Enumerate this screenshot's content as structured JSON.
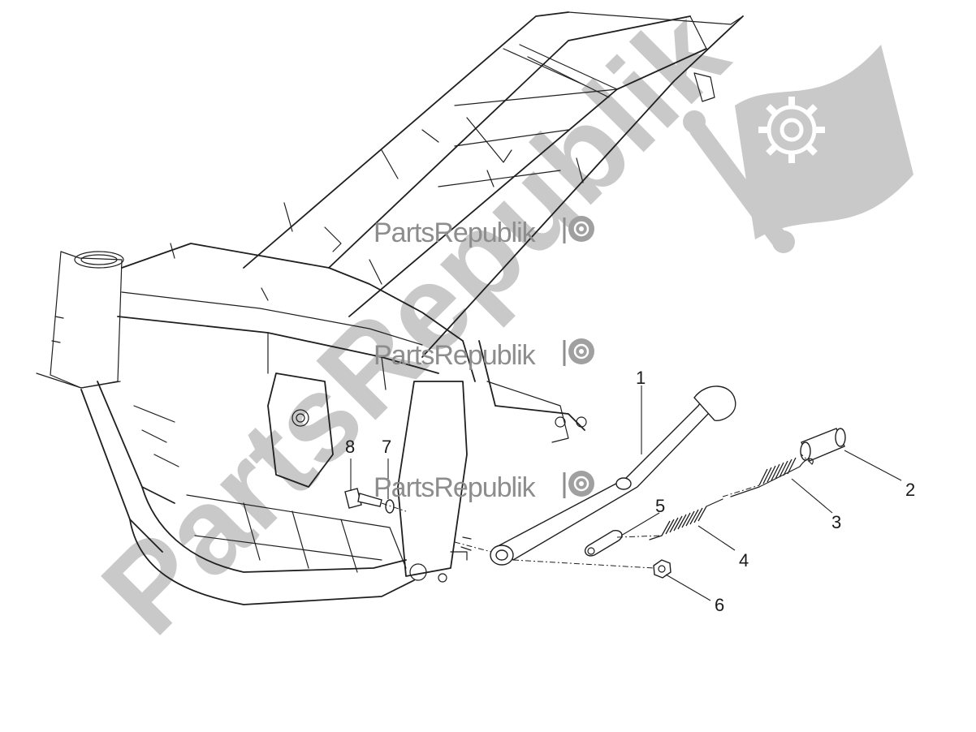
{
  "watermarks": {
    "small": [
      "PartsRepublik",
      "PartsRepublik",
      "PartsRepublik"
    ],
    "big": "PartsRepublik"
  },
  "callouts": [
    {
      "number": "1"
    },
    {
      "number": "2"
    },
    {
      "number": "3"
    },
    {
      "number": "4"
    },
    {
      "number": "5"
    },
    {
      "number": "6"
    },
    {
      "number": "7"
    },
    {
      "number": "8"
    }
  ],
  "icons": {
    "logo": "gear-flag-logo-icon",
    "small_logo": "gear-icon"
  },
  "colors": {
    "line": "#1f1f1f",
    "watermark_big": "#c9c9c9",
    "watermark_small": "#8d8d8d"
  }
}
